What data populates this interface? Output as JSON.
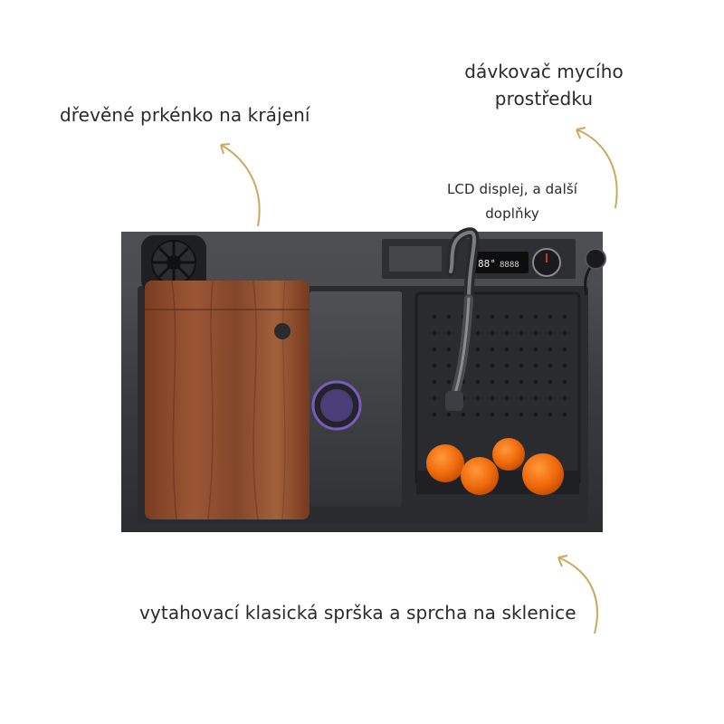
{
  "labels": {
    "cutting_board": "dřevěné prkénko na krájení",
    "soap_dispenser_line1": "dávkovač mycího",
    "soap_dispenser_line2": "prostředku",
    "lcd_display_line1": "LCD displej, a další",
    "lcd_display_line2": "doplňky",
    "pull_out_spray": "vytahovací klasická sprška a sprcha na sklenice"
  },
  "lcd": {
    "temperature": "88°",
    "flow": "8888"
  },
  "colors": {
    "arrow": "#c9a95d",
    "sink_body": "#3a3b3e",
    "wood": "#8a4a2a",
    "orange": "#f06a0c",
    "drain_accent": "#7a5cc0"
  }
}
